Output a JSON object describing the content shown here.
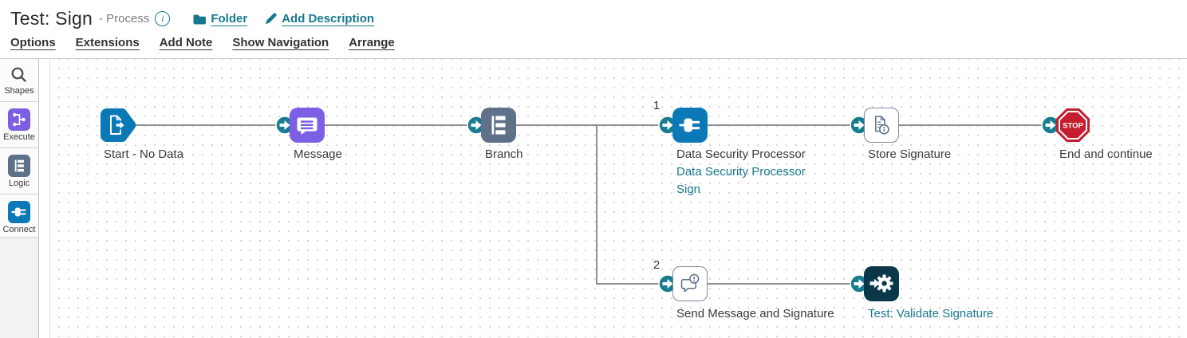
{
  "header": {
    "title": "Test: Sign",
    "subtitle": "- Process",
    "info_glyph": "i",
    "folder_label": "Folder",
    "add_description_label": "Add Description",
    "menu": [
      "Options",
      "Extensions",
      "Add Note",
      "Show Navigation",
      "Arrange"
    ]
  },
  "sidebar": {
    "items": [
      {
        "label": "Shapes",
        "icon": "search-icon"
      },
      {
        "label": "Execute",
        "icon": "execute-icon",
        "color": "#7D5FE3"
      },
      {
        "label": "Logic",
        "icon": "logic-icon",
        "color": "#5E7188"
      },
      {
        "label": "Connect",
        "icon": "connect-icon",
        "color": "#0B79B8"
      }
    ]
  },
  "canvas": {
    "branch_labels": [
      "1",
      "2"
    ],
    "shapes": [
      {
        "type": "start",
        "label": "Start - No Data"
      },
      {
        "type": "message",
        "label": "Message"
      },
      {
        "type": "branch",
        "label": "Branch"
      },
      {
        "type": "connector-action",
        "label": "Data Security Processor",
        "component_line1": "Data Security Processor",
        "component_line2": "Sign"
      },
      {
        "type": "document-properties",
        "label": "Store Signature"
      },
      {
        "type": "stop",
        "label": "End and continue",
        "stop_text": "STOP"
      },
      {
        "type": "notify",
        "label": "Send Message and Signature"
      },
      {
        "type": "process-call",
        "label": "Test: Validate Signature"
      }
    ]
  },
  "colors": {
    "teal_link": "#17798E",
    "arrow_circle": "#177C90",
    "start_blue": "#0B79B8",
    "message_purple": "#7D5FE3",
    "branch_slate": "#5E7188",
    "process_call_navy": "#0B3848",
    "stop_red": "#C41E2F",
    "connector_line": "#8F8F8F"
  }
}
